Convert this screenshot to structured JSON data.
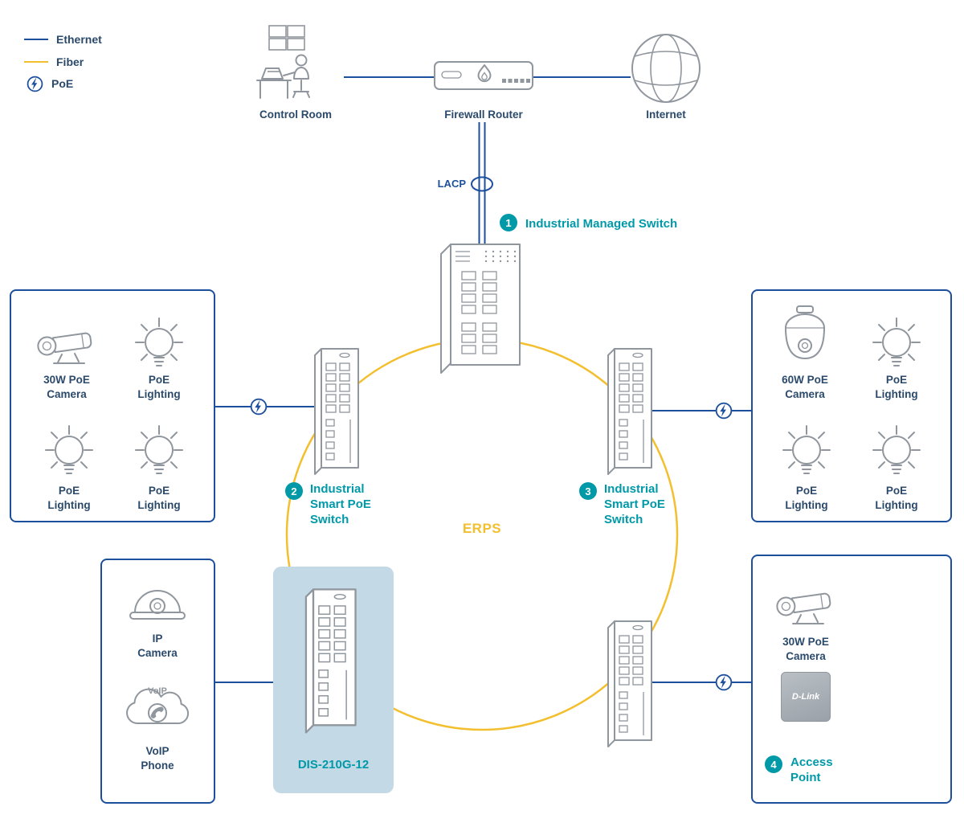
{
  "colors": {
    "ethernet": "#1c4f9c",
    "fiber": "#f3bf2e",
    "teal": "#0099a8",
    "outline": "#90969d",
    "label": "#2b4a6b",
    "highlight": "#c3d9e6"
  },
  "legend": {
    "ethernet_label": "Ethernet",
    "fiber_label": "Fiber",
    "poe_label": "PoE"
  },
  "top_nodes": {
    "control_room": "Control Room",
    "firewall_router": "Firewall Router",
    "internet": "Internet"
  },
  "lacp_label": "LACP",
  "erps_label": "ERPS",
  "badges": {
    "managed_switch": {
      "num": "1",
      "label": "Industrial Managed Switch"
    },
    "smart_switch_left": {
      "num": "2",
      "label": "Industrial\nSmart PoE\nSwitch"
    },
    "smart_switch_right": {
      "num": "3",
      "label": "Industrial\nSmart PoE\nSwitch"
    },
    "access_point": {
      "num": "4",
      "label": "Access\nPoint"
    }
  },
  "dis_switch_label": "DIS-210G-12",
  "left_box": {
    "items": [
      {
        "label": "30W PoE\nCamera"
      },
      {
        "label": "PoE\nLighting"
      },
      {
        "label": "PoE\nLighting"
      },
      {
        "label": "PoE\nLighting"
      }
    ]
  },
  "right_box": {
    "items": [
      {
        "label": "60W PoE\nCamera"
      },
      {
        "label": "PoE\nLighting"
      },
      {
        "label": "PoE\nLighting"
      },
      {
        "label": "PoE\nLighting"
      }
    ]
  },
  "bottom_left_box": {
    "items": [
      {
        "label": "IP\nCamera"
      },
      {
        "label": "VoIP\nPhone"
      }
    ],
    "voip_cloud_text": "VoIP"
  },
  "bottom_right_box": {
    "camera_label": "30W PoE\nCamera",
    "ap_brand": "D-Link"
  }
}
